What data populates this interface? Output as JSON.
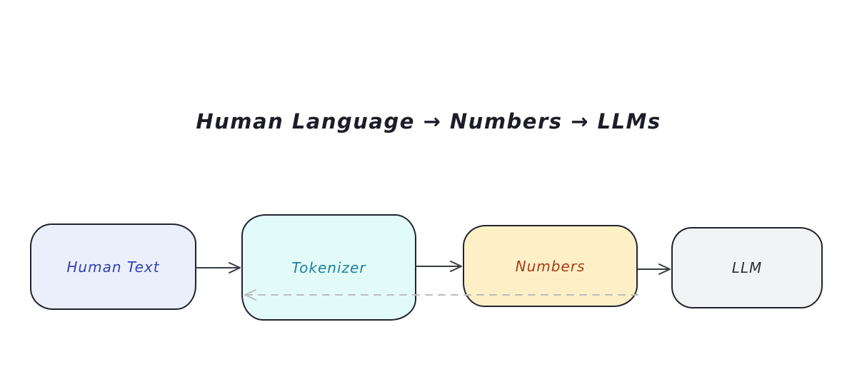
{
  "diagram": {
    "title": "Human Language → Numbers → LLMs",
    "title_color": "#1d1d28",
    "background_color": "#ffffff",
    "node_border_color": "#23232f",
    "arrow_color": "#363c42",
    "dashed_arrow_color": "#bdbdbd",
    "nodes": [
      {
        "id": "human-text",
        "label": "Human Text",
        "fill": "#ebeefb",
        "text_color": "#3241b2"
      },
      {
        "id": "tokenizer",
        "label": "Tokenizer",
        "fill": "#e2fbf8",
        "text_color": "#1f7f9c"
      },
      {
        "id": "numbers",
        "label": "Numbers",
        "fill": "#fdf0c6",
        "text_color": "#a83c18"
      },
      {
        "id": "llm",
        "label": "LLM",
        "fill": "#f1f3f5",
        "text_color": "#2f2f38"
      }
    ],
    "edges": [
      {
        "from": "Human Text",
        "to": "Tokenizer",
        "style": "solid"
      },
      {
        "from": "Tokenizer",
        "to": "Numbers",
        "style": "solid"
      },
      {
        "from": "Numbers",
        "to": "LLM",
        "style": "solid"
      },
      {
        "from": "Numbers",
        "to": "Tokenizer",
        "style": "dashed"
      }
    ]
  }
}
